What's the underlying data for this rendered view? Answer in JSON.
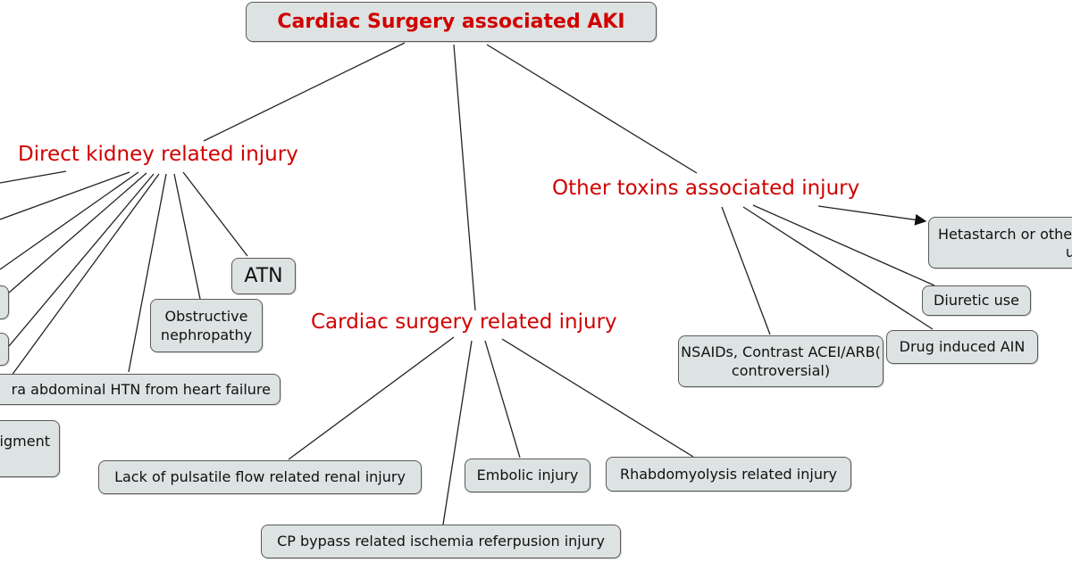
{
  "title": "Cardiac Surgery associated AKI",
  "categories": {
    "direct": "Direct kidney related injury",
    "surgery": "Cardiac surgery related injury",
    "toxins": "Other toxins associated injury"
  },
  "direct_nodes": {
    "atn": "ATN",
    "obstructive": "Obstructive nephropathy",
    "intra_abdominal": "ra abdominal HTN from heart failure",
    "pigment": "igment"
  },
  "surgery_nodes": {
    "pulsatile": "Lack of pulsatile flow related renal injury",
    "embolic": "Embolic injury",
    "rhabdo": "Rhabdomyolysis related injury",
    "bypass": "CP bypass related ischemia referpusion injury"
  },
  "toxin_nodes": {
    "hetastarch": "Hetastarch or othe",
    "hetastarch_line2": "u",
    "diuretic": "Diuretic use",
    "drug_ain": "Drug induced AIN",
    "nsaids": "NSAIDs, Contrast ACEI/ARB( controversial)"
  },
  "colors": {
    "label_red": "#d00000",
    "node_fill": "#dde3e3",
    "node_border": "#5a5a5a",
    "line": "#222222"
  }
}
